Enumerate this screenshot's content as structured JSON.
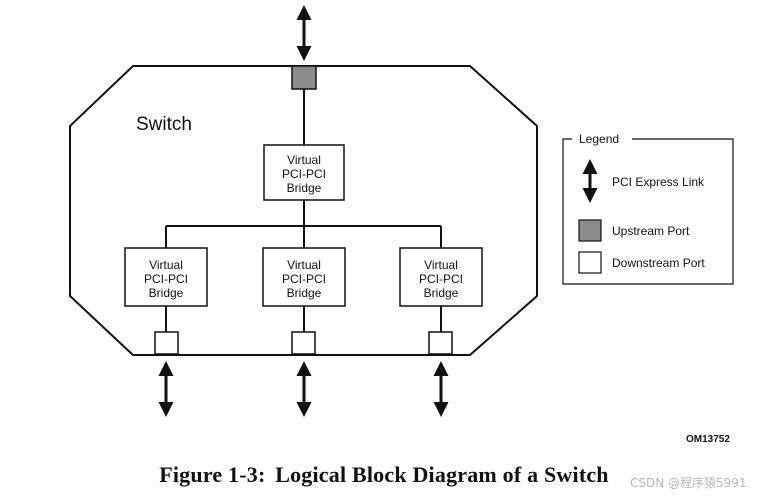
{
  "switch": {
    "title": "Switch",
    "top_bridge": {
      "line1": "Virtual",
      "line2": "PCI-PCI",
      "line3": "Bridge"
    },
    "bottom_bridges": [
      {
        "line1": "Virtual",
        "line2": "PCI-PCI",
        "line3": "Bridge"
      },
      {
        "line1": "Virtual",
        "line2": "PCI-PCI",
        "line3": "Bridge"
      },
      {
        "line1": "Virtual",
        "line2": "PCI-PCI",
        "line3": "Bridge"
      }
    ]
  },
  "legend": {
    "title": "Legend",
    "items": [
      {
        "label": "PCI Express Link",
        "icon": "double-arrow-icon"
      },
      {
        "label": "Upstream Port",
        "icon": "gray-square-icon",
        "color": "#8c8c8c"
      },
      {
        "label": "Downstream Port",
        "icon": "white-square-icon",
        "color": "#ffffff"
      }
    ]
  },
  "figure_id": "OM13752",
  "caption": {
    "number": "Figure 1-3:",
    "text": "Logical Block Diagram of a Switch"
  },
  "watermark": "CSDN @程序猿5991"
}
